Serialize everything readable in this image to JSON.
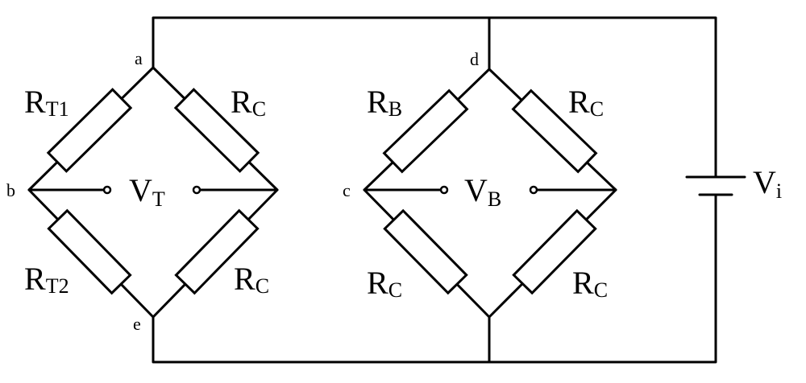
{
  "nodes": {
    "a": "a",
    "b": "b",
    "c": "c",
    "d": "d",
    "e": "e"
  },
  "labels": {
    "rt1": {
      "main": "R",
      "sub": "T1"
    },
    "rt2": {
      "main": "R",
      "sub": "T2"
    },
    "rc_left_top": {
      "main": "R",
      "sub": "C"
    },
    "rc_left_bottom": {
      "main": "R",
      "sub": "C"
    },
    "rb": {
      "main": "R",
      "sub": "B"
    },
    "rc_right_top": {
      "main": "R",
      "sub": "C"
    },
    "rc_right_bottom_left": {
      "main": "R",
      "sub": "C"
    },
    "rc_right_bottom_right": {
      "main": "R",
      "sub": "C"
    },
    "vt": {
      "main": "V",
      "sub": "T"
    },
    "vb": {
      "main": "V",
      "sub": "B"
    },
    "vi": {
      "main": "V",
      "sub": "i"
    }
  }
}
